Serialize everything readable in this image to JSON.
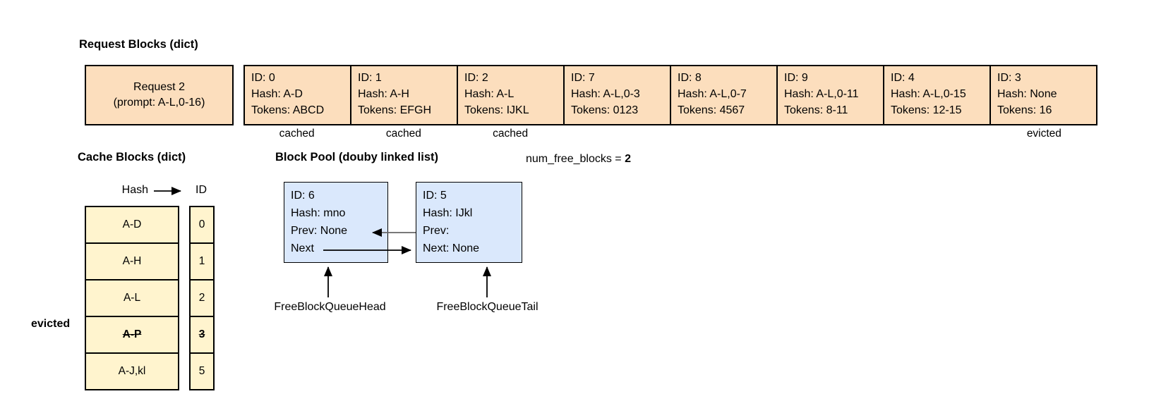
{
  "colors": {
    "request_fill": "#FCDEBD",
    "cache_fill": "#FFF4CE",
    "pool_fill": "#DAE8FC",
    "border": "#000000",
    "prev_arrow_line": "#666666"
  },
  "request_blocks": {
    "title": "Request Blocks (dict)",
    "request": {
      "line1": "Request 2",
      "line2": "(prompt: A-L,0-16)"
    },
    "blocks": [
      {
        "id": "ID: 0",
        "hash": "Hash: A-D",
        "tokens": "Tokens: ABCD",
        "note": "cached"
      },
      {
        "id": "ID: 1",
        "hash": "Hash: A-H",
        "tokens": "Tokens: EFGH",
        "note": "cached"
      },
      {
        "id": "ID: 2",
        "hash": "Hash: A-L",
        "tokens": "Tokens: IJKL",
        "note": "cached"
      },
      {
        "id": "ID: 7",
        "hash": "Hash: A-L,0-3",
        "tokens": "Tokens: 0123",
        "note": ""
      },
      {
        "id": "ID: 8",
        "hash": "Hash: A-L,0-7",
        "tokens": "Tokens: 4567",
        "note": ""
      },
      {
        "id": "ID: 9",
        "hash": "Hash: A-L,0-11",
        "tokens": "Tokens: 8-11",
        "note": ""
      },
      {
        "id": "ID: 4",
        "hash": "Hash: A-L,0-15",
        "tokens": "Tokens: 12-15",
        "note": ""
      },
      {
        "id": "ID: 3",
        "hash": "Hash: None",
        "tokens": "Tokens: 16",
        "note": "evicted"
      }
    ]
  },
  "cache_blocks": {
    "title": "Cache Blocks (dict)",
    "hash_label": "Hash",
    "id_label": "ID",
    "evicted_label": "evicted",
    "rows": [
      {
        "hash": "A-D",
        "id": "0",
        "evicted": false
      },
      {
        "hash": "A-H",
        "id": "1",
        "evicted": false
      },
      {
        "hash": "A-L",
        "id": "2",
        "evicted": false
      },
      {
        "hash": "A-P",
        "id": "3",
        "evicted": true
      },
      {
        "hash": "A-J,kl",
        "id": "5",
        "evicted": false
      }
    ]
  },
  "block_pool": {
    "title": "Block Pool (douby linked list)",
    "free_blocks_label": "num_free_blocks = ",
    "free_blocks_value": "2",
    "nodes": [
      {
        "id": "ID: 6",
        "hash": "Hash: mno",
        "prev": "Prev: None",
        "next": "Next"
      },
      {
        "id": "ID: 5",
        "hash": "Hash: IJkl",
        "prev": "Prev:",
        "next": "Next: None"
      }
    ],
    "head_label": "FreeBlockQueueHead",
    "tail_label": "FreeBlockQueueTail"
  }
}
